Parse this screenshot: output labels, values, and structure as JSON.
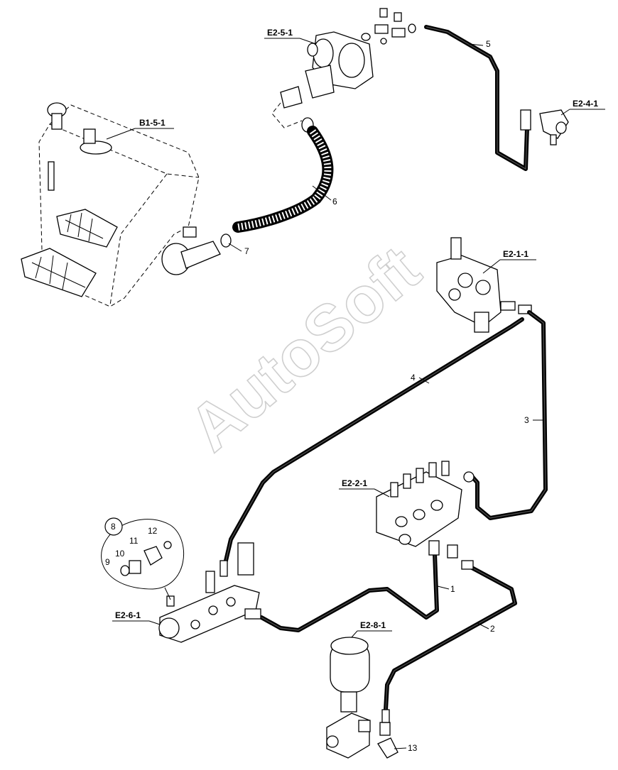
{
  "watermark": "AutoSoft",
  "component_labels": {
    "e2_5_1": "E2-5-1",
    "b1_5_1": "B1-5-1",
    "e2_4_1": "E2-4-1",
    "e2_1_1": "E2-1-1",
    "e2_2_1": "E2-2-1",
    "e2_6_1": "E2-6-1",
    "e2_8_1": "E2-8-1"
  },
  "callouts": {
    "c1": "1",
    "c2": "2",
    "c3": "3",
    "c4": "4",
    "c5": "5",
    "c6": "6",
    "c7": "7",
    "c8": "8",
    "c9": "9",
    "c10": "10",
    "c11": "11",
    "c12": "12",
    "c13": "13"
  }
}
